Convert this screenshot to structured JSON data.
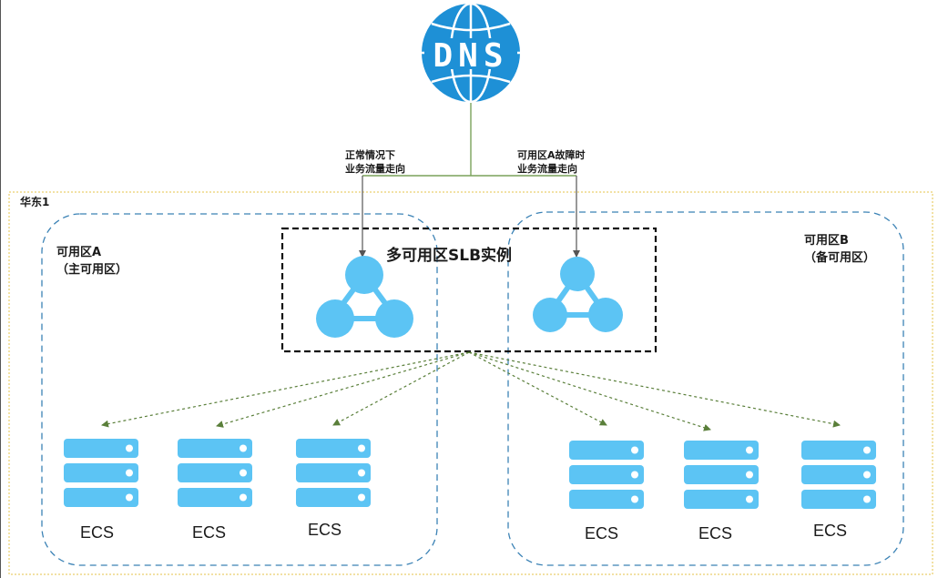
{
  "dns": {
    "label": "DNS"
  },
  "region": {
    "label": "华东1"
  },
  "zone_a": {
    "line1": "可用区A",
    "line2": "（主可用区）"
  },
  "zone_b": {
    "line1": "可用区B",
    "line2": "（备可用区）"
  },
  "slb": {
    "title": "多可用区SLB实例"
  },
  "routes": {
    "normal": {
      "line1": "正常情况下",
      "line2": "业务流量走向"
    },
    "failover": {
      "line1": "可用区A故障时",
      "line2": "业务流量走向"
    }
  },
  "ecs_servers": [
    {
      "label": "ECS"
    },
    {
      "label": "ECS"
    },
    {
      "label": "ECS"
    },
    {
      "label": "ECS"
    },
    {
      "label": "ECS"
    },
    {
      "label": "ECS"
    }
  ],
  "colors": {
    "server_blue": "#5cc4f4",
    "dns_blue": "#1e90d6",
    "zone_border": "#3b82b5",
    "region_border": "#e6c34a",
    "arrow_green": "#5a7f3a",
    "connector_green": "#7aa25a"
  }
}
